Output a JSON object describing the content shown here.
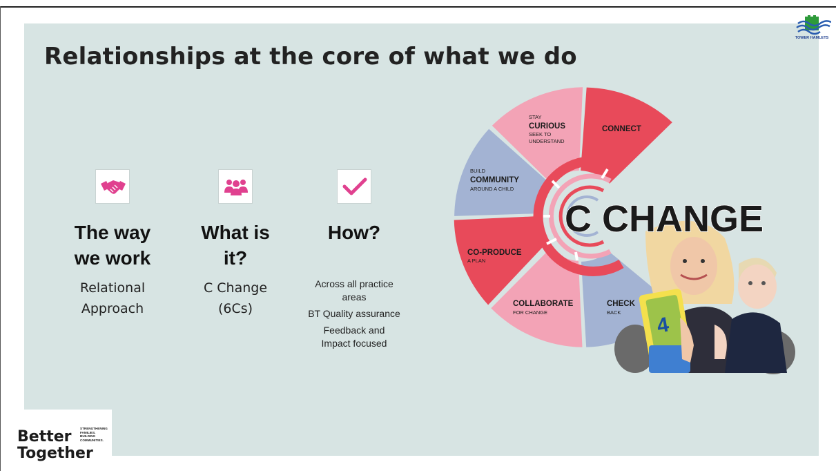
{
  "slide": {
    "title": "Relationships at the core of what we do"
  },
  "header_logo": {
    "text": "TOWER HAMLETS"
  },
  "columns": [
    {
      "icon": "handshake-icon",
      "heading_line1": "The way",
      "heading_line2": "we work",
      "sub_line1": "Relational",
      "sub_line2": "Approach"
    },
    {
      "icon": "people-group-icon",
      "heading_line1": "What is",
      "heading_line2": "it?",
      "sub_line1": "C Change",
      "sub_line2": "(6Cs)"
    },
    {
      "icon": "checkmark-icon",
      "heading": "How?",
      "items": [
        "Across all practice",
        "areas",
        "BT Quality assurance",
        "Feedback and",
        "Impact focused"
      ]
    }
  ],
  "diagram": {
    "logo_text": "C CHANGE",
    "segments": {
      "stay_curious": {
        "small_top": "STAY",
        "big": "CURIOUS",
        "small_1": "SEEK TO",
        "small_2": "UNDERSTAND"
      },
      "connect": {
        "big": "CONNECT"
      },
      "build_community": {
        "small_top": "BUILD",
        "big": "COMMUNITY",
        "small_1": "AROUND A CHILD"
      },
      "co_produce": {
        "big": "CO-PRODUCE",
        "small_1": "A PLAN"
      },
      "collaborate": {
        "big": "COLLABORATE",
        "small_1": "FOR CHANGE"
      },
      "check": {
        "big": "CHECK",
        "small_1": "BACK"
      }
    },
    "photo_number": "4"
  },
  "footer_logo": {
    "word1": "Better",
    "word2": "Together",
    "tagline": [
      "STRENGTHENING",
      "FAMILIES.",
      "BUILDING",
      "COMMUNITIES."
    ]
  },
  "colors": {
    "slide_bg": "#d7e4e3",
    "accent_pink": "#e0418f",
    "segment_red": "#e84a5a",
    "segment_pink": "#f3a3b6",
    "segment_blue": "#a3b3d3"
  }
}
